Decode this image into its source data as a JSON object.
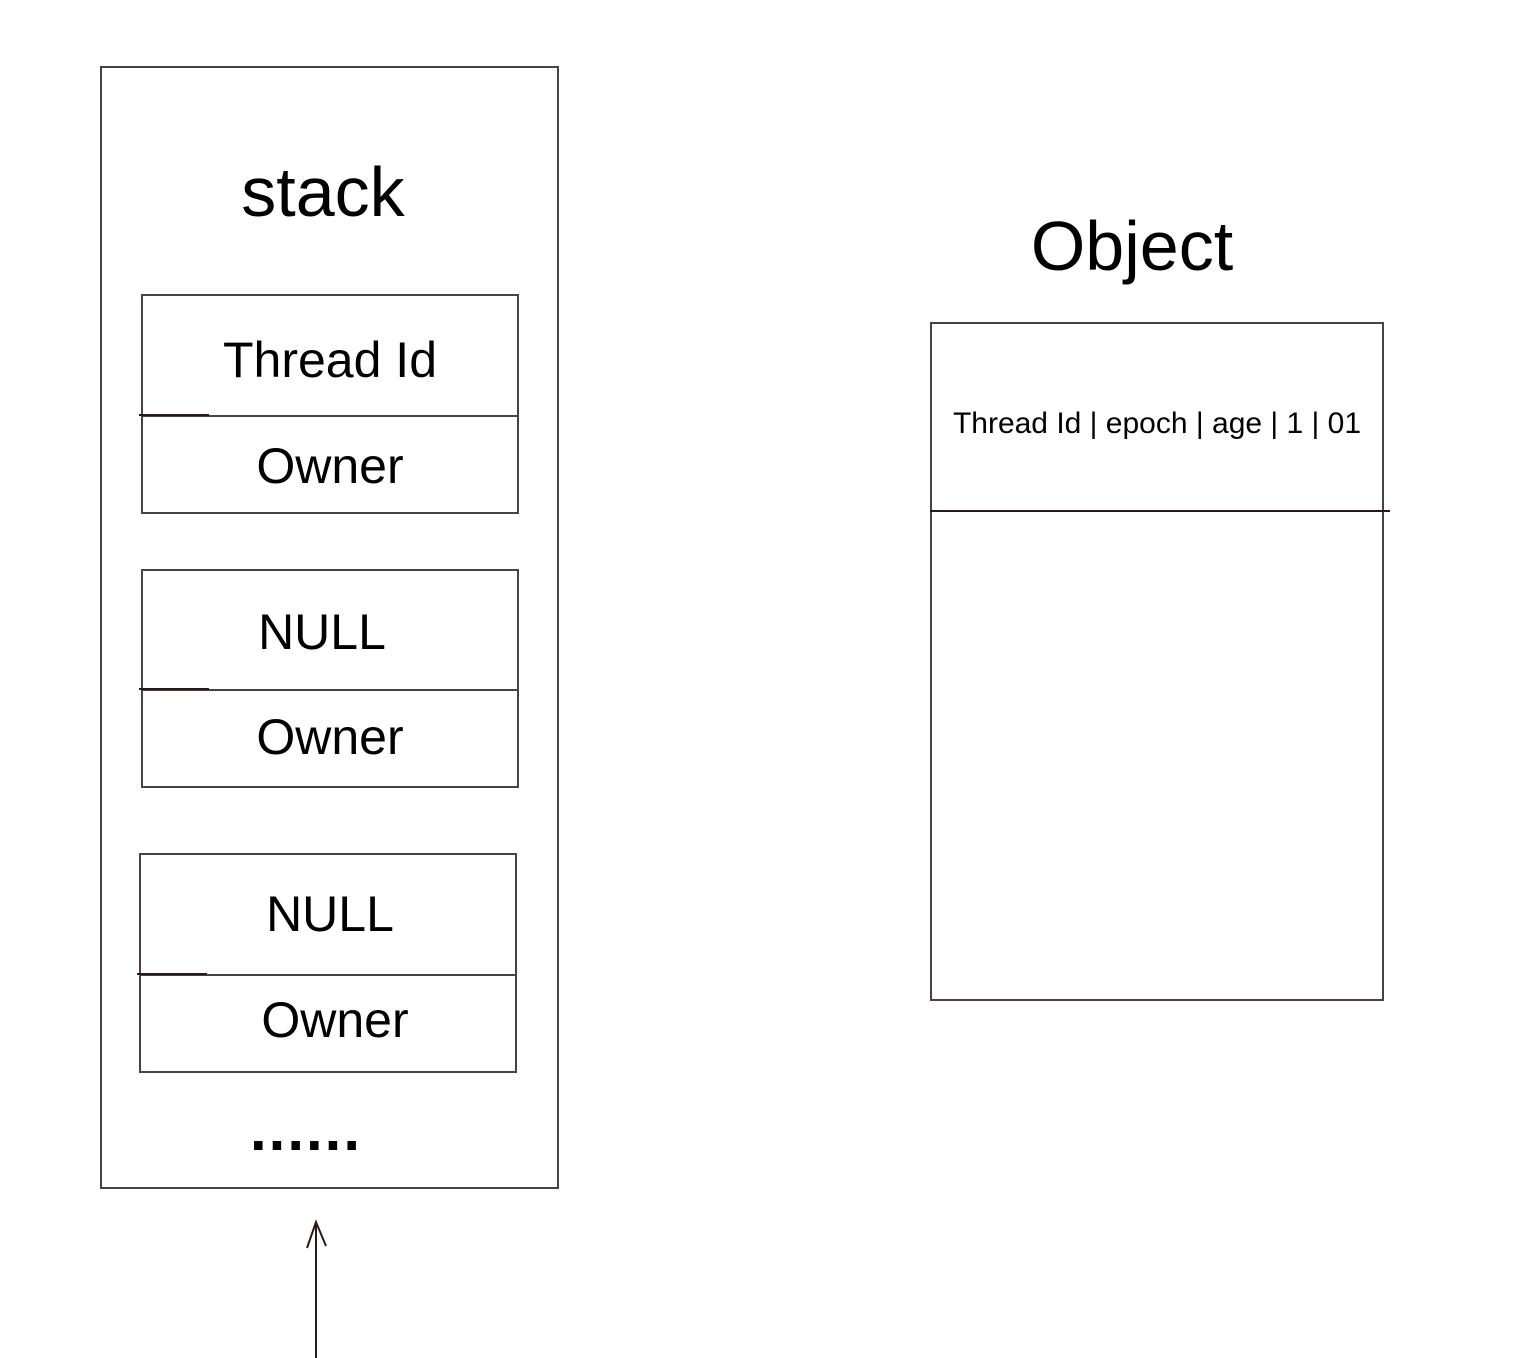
{
  "stack": {
    "title": "stack",
    "frames": [
      {
        "top": "Thread Id",
        "bottom": "Owner"
      },
      {
        "top": "NULL",
        "bottom": "Owner"
      },
      {
        "top": "NULL",
        "bottom": "Owner"
      }
    ],
    "ellipsis": "......"
  },
  "object": {
    "title": "Object",
    "header": "Thread Id | epoch | age | 1 | 01"
  },
  "arrow": {
    "icon": "up-arrow-icon"
  }
}
